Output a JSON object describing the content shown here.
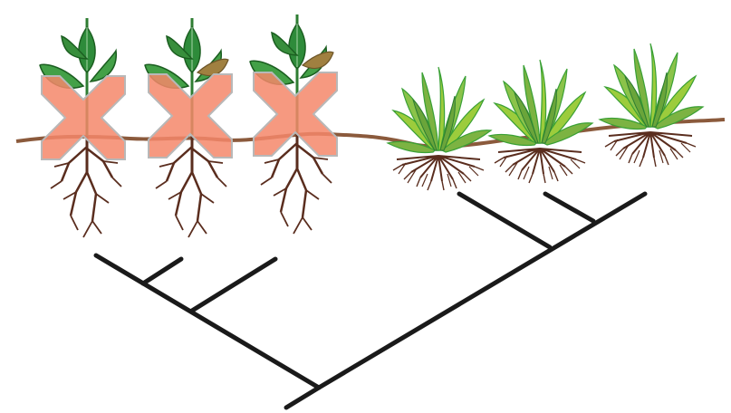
{
  "diagram": {
    "type": "phylogenetic-tree",
    "taxa": [
      {
        "id": "dicot-1",
        "kind": "taproot-plant",
        "excluded": true
      },
      {
        "id": "dicot-2",
        "kind": "taproot-plant",
        "excluded": true
      },
      {
        "id": "dicot-3",
        "kind": "taproot-plant",
        "excluded": true
      },
      {
        "id": "grass-1",
        "kind": "fibrous-root-grass",
        "excluded": false
      },
      {
        "id": "grass-2",
        "kind": "fibrous-root-grass",
        "excluded": false
      },
      {
        "id": "grass-3",
        "kind": "fibrous-root-grass",
        "excluded": false
      }
    ],
    "colors": {
      "leaf_dark": "#2e8b3a",
      "leaf_mid": "#4caf50",
      "leaf_light": "#8bc34a",
      "grass_light": "#9ccc3c",
      "grass_dark": "#3aa035",
      "root": "#5a2d1e",
      "soil": "#8b5a3c",
      "cross": "#f4876a",
      "cross_edge": "#b0b0b0",
      "tree": "#1a1a1a",
      "wilted": "#a08040"
    },
    "icons": {
      "excluded_marker": "x-cross-icon",
      "taproot_plant": "seedling-icon",
      "grass": "grass-tuft-icon"
    }
  }
}
